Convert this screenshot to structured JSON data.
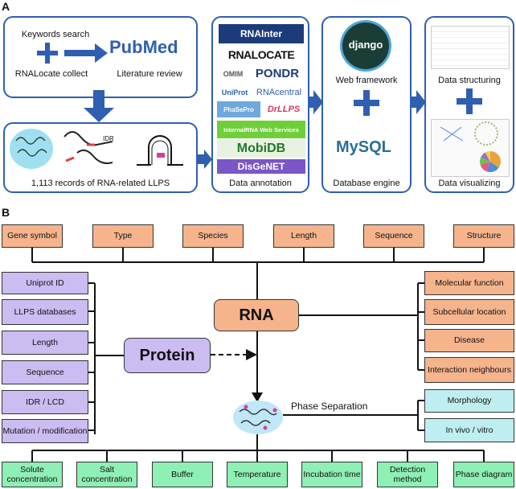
{
  "panel_a": {
    "label": "A",
    "keywords": "Keywords search",
    "rnalocate": "RNALocate collect",
    "pubmed_logo_a": "Pub",
    "pubmed_logo_b": "Med",
    "literature": "Literature review",
    "records": "1,113 records of RNA-related LLPS",
    "annotation": "Data annotation",
    "web_framework": "Web framework",
    "django": "django",
    "mysql": "MySQL",
    "db_engine": "Database engine",
    "structuring": "Data structuring",
    "visualizing": "Data visualizing",
    "idr": "IDR",
    "logos": [
      "RNAInter",
      "RNALOCATE",
      "OMIM",
      "PONDR",
      "UniProt",
      "RNAcentral",
      "PhaSePro",
      "DrLLPS",
      "InternalRNA Web Services",
      "MobiDB",
      "DisGeNET"
    ]
  },
  "panel_b": {
    "label": "B",
    "top_boxes": [
      "Gene symbol",
      "Type",
      "Species",
      "Length",
      "Sequence",
      "Structure"
    ],
    "rna": "RNA",
    "protein": "Protein",
    "protein_boxes": [
      "Uniprot ID",
      "LLPS databases",
      "Length",
      "Sequence",
      "IDR / LCD",
      "Mutation / modification"
    ],
    "right_boxes": [
      "Molecular function",
      "Subcellular location",
      "Disease",
      "Interaction neighbours"
    ],
    "phase_separation": "Phase Separation",
    "ps_boxes": [
      "Morphology",
      "In vivo / vitro"
    ],
    "bottom_boxes": [
      "Solute concentration",
      "Salt concentration",
      "Buffer",
      "Temperature",
      "Incubation time",
      "Detection method",
      "Phase diagram"
    ]
  },
  "colors": {
    "arrow_blue": "#2f5fb0",
    "orange": "#f6b48d",
    "purple": "#cbbcf2",
    "cyan": "#bfeef0",
    "green": "#8ef0b4"
  },
  "chart_data": {
    "pie_slices": [
      35,
      20,
      15,
      12,
      10,
      8
    ]
  }
}
